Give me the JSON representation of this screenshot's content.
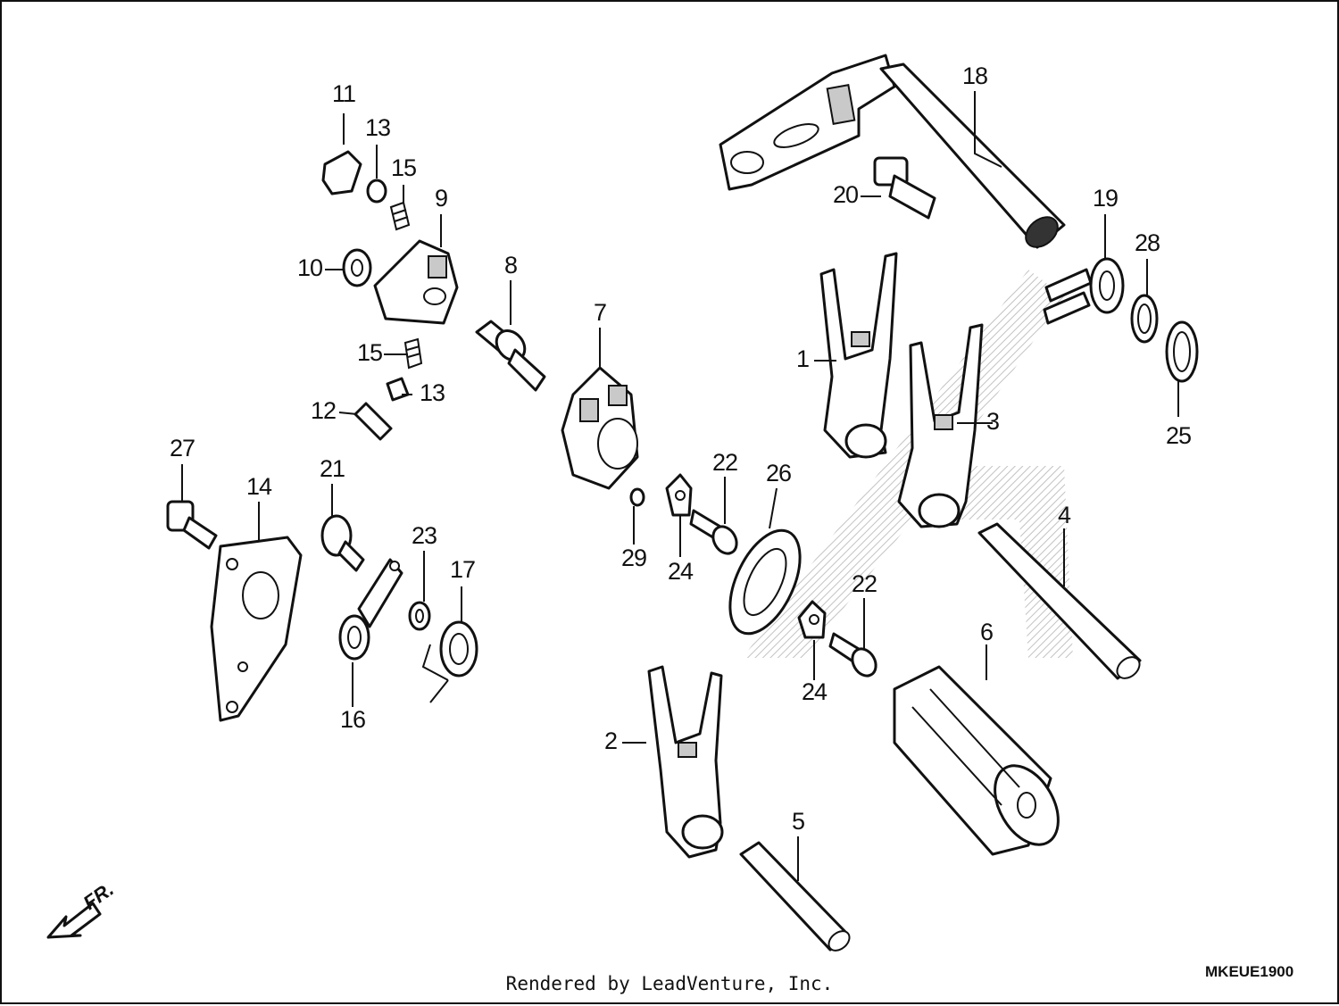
{
  "diagram_code": "MKEUE1900",
  "credit": "Rendered by LeadVenture, Inc.",
  "direction_label": "FR.",
  "callouts": [
    "1",
    "2",
    "3",
    "4",
    "5",
    "6",
    "7",
    "8",
    "9",
    "10",
    "11",
    "12",
    "13",
    "13",
    "14",
    "15",
    "15",
    "16",
    "17",
    "18",
    "19",
    "20",
    "21",
    "22",
    "22",
    "23",
    "24",
    "24",
    "25",
    "26",
    "27",
    "28",
    "29"
  ]
}
